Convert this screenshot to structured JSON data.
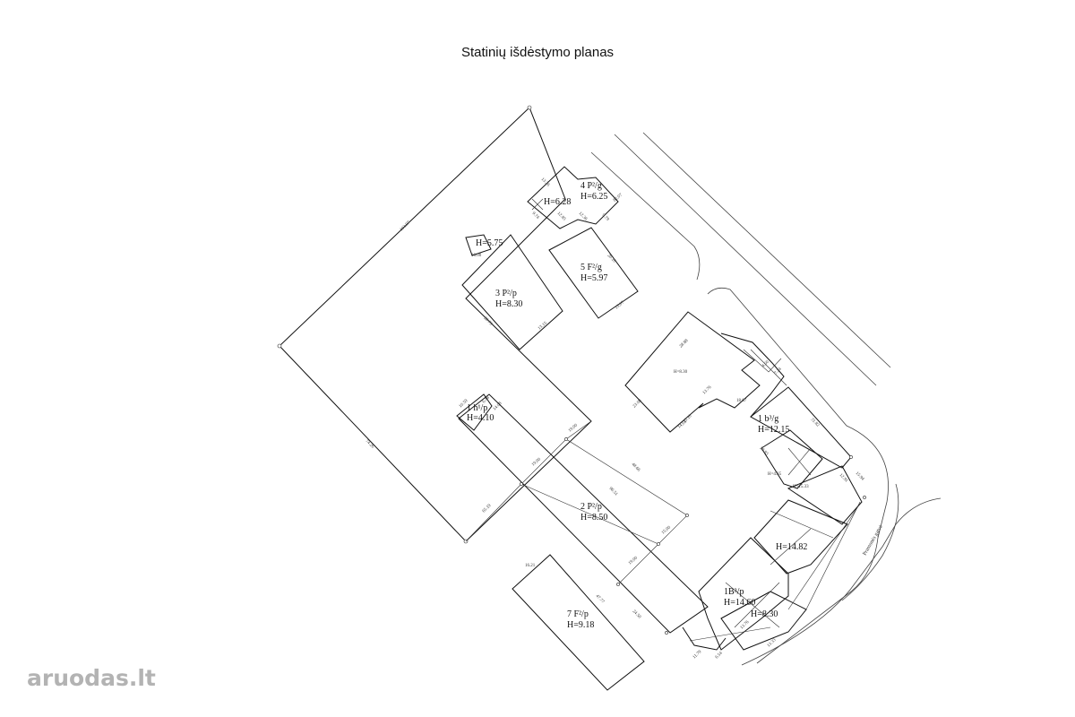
{
  "title": "Statinių išdėstymo planas",
  "street_name": "Pramonės gatvė",
  "logo": {
    "name": "aruodas",
    "suffix": ".lt"
  },
  "buildings": [
    {
      "id": "b4",
      "name": "4 P²/g",
      "height": "H=6.25",
      "extra": "H=6.28"
    },
    {
      "id": "b5",
      "name": "5 F²/g",
      "height": "H=5.97"
    },
    {
      "id": "b3",
      "name": "3 P²/p",
      "height": "H=8.30",
      "extra": "H=5.75"
    },
    {
      "id": "b1h",
      "name": "1 h¹/p",
      "height": "H=4.10"
    },
    {
      "id": "b2",
      "name": "2 P²/p",
      "height": "H=8.50"
    },
    {
      "id": "b7",
      "name": "7 F²/p",
      "height": "H=9.18"
    },
    {
      "id": "bmain",
      "height": "H=8.30"
    },
    {
      "id": "b1b",
      "name": "1 b³/g",
      "height": "H=12.15"
    },
    {
      "id": "b1B",
      "name": "1B³/p",
      "height": "H=14.60",
      "extra": "H=8.30"
    },
    {
      "id": "bmid",
      "height": "H=14.82"
    },
    {
      "id": "bsmall",
      "height": "H=4.35",
      "extra": "H=15.33"
    }
  ],
  "dimensions": {
    "plot_top": "103.97",
    "plot_left": "74.26",
    "plot_bottom": "65.19",
    "b2_side": "96.51",
    "b2_right": "48.66",
    "b2_top": "19.00",
    "b2_a": "19.00",
    "b2_b": "19.00",
    "b2_c": "15.00",
    "b3_a": "20.79",
    "b3_b": "13.15",
    "b3_c": "10.00",
    "b5_a": "20.10",
    "b5_b": "15.07",
    "b4_a": "13.26",
    "b4_b": "12.85",
    "b4_c": "12.36",
    "b4_d": "9.74",
    "b4_e": "9.79",
    "b4_f": "82.07",
    "b7_a": "16.21",
    "b7_b": "47.77",
    "main_a": "28.88",
    "main_b": "23.08",
    "main_c": "14.63",
    "main_d": "13.76",
    "main_e": "18.67",
    "main_f": "15.10",
    "r_a": "20.83",
    "r_b": "31.82",
    "r_c": "12.91",
    "r_d": "15.94",
    "r_e": "7.24",
    "r_f": "4.60",
    "b1h_a": "10.59",
    "b1h_b": "6.48",
    "b1h_c": "14.08",
    "low_a": "11.79",
    "low_b": "6.54",
    "low_c": "13.76",
    "low_d": "13.33",
    "low_e": "24.50"
  }
}
